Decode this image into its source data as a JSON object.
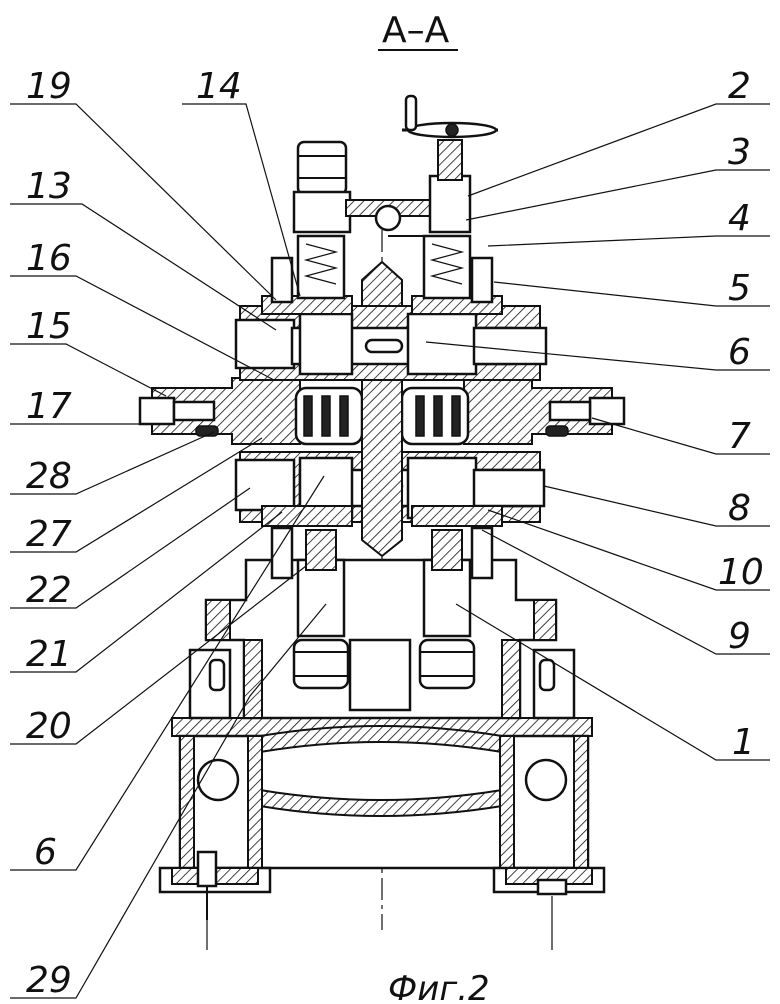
{
  "title": "А–А",
  "caption": "Фиг.2",
  "labels_left": [
    "19",
    "14",
    "13",
    "16",
    "15",
    "17",
    "28",
    "27",
    "22",
    "21",
    "20",
    "6",
    "29"
  ],
  "labels_right": [
    "2",
    "3",
    "4",
    "5",
    "6",
    "7",
    "8",
    "10",
    "9",
    "1"
  ]
}
